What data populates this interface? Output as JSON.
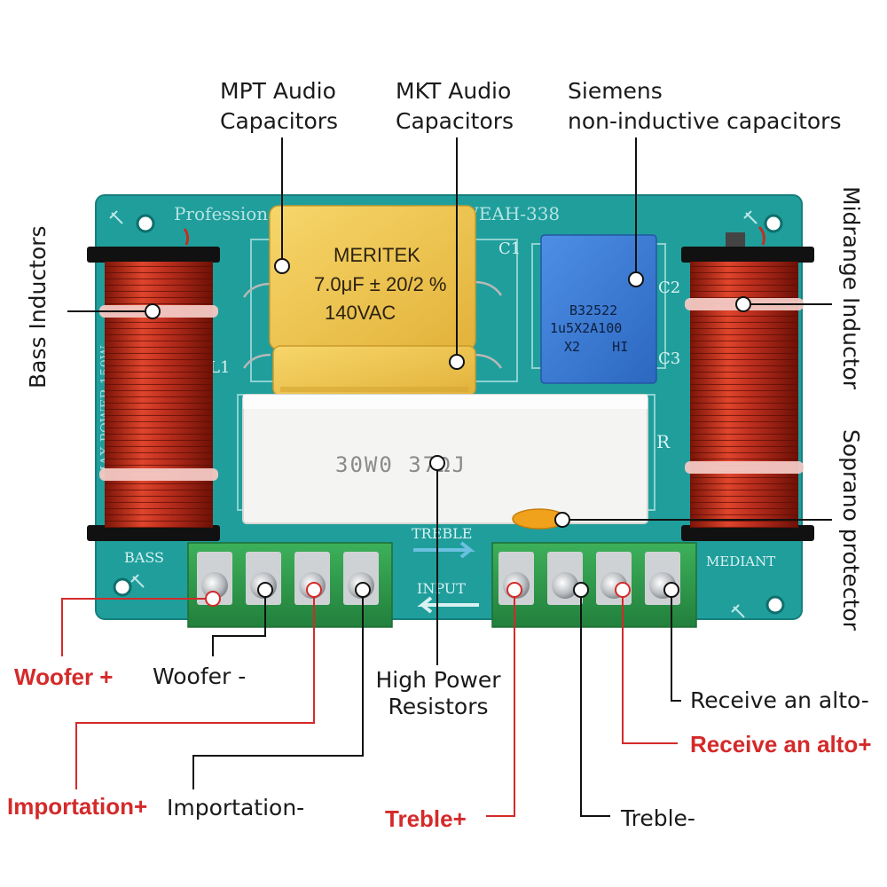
{
  "board": {
    "header_text": "Professional Audio UNIT 3WAY WEAH-338",
    "bass_text": "BASS",
    "treble_text": "TREBLE",
    "input_text": "INPUT",
    "mediant_text": "MEDIANT",
    "side_text": "MAX POWER 150W",
    "c1": "C1",
    "c2": "C2",
    "c3": "C3",
    "r": "R",
    "l1": "L1",
    "colors": {
      "pcb": "#1f9e9c",
      "coil": "#c0301f",
      "terminal": "#2f9a4a",
      "capacitor_yellow": "#f2c94c",
      "capacitor_blue": "#3a7bd5"
    }
  },
  "components": {
    "meritek_line1": "MERITEK",
    "meritek_line2": "7.0μF ± 20/2 %",
    "meritek_line3": "140VAC",
    "siemens_line1": "B32522",
    "siemens_line2": "1u5X2A100",
    "siemens_line3": "X2    HI",
    "resistor_text": "30W0 37ΩJ"
  },
  "labels": {
    "mpt_1": "MPT Audio",
    "mpt_2": "Capacitors",
    "mkt_1": "MKT Audio",
    "mkt_2": "Capacitors",
    "siemens_1": "Siemens",
    "siemens_2": "non-inductive capacitors",
    "bass_inductors": "Bass Inductors",
    "midrange_inductor": "Midrange Inductor",
    "soprano_protector": "Soprano protector",
    "woofer_plus": "Woofer +",
    "woofer_minus": "Woofer -",
    "high_power_1": "High Power",
    "high_power_2": "Resistors",
    "importation_plus": "Importation+",
    "importation_minus": "Importation-",
    "treble_plus": "Treble+",
    "treble_minus": "Treble-",
    "receive_alto_minus": "Receive an alto-",
    "receive_alto_plus": "Receive an alto+"
  }
}
